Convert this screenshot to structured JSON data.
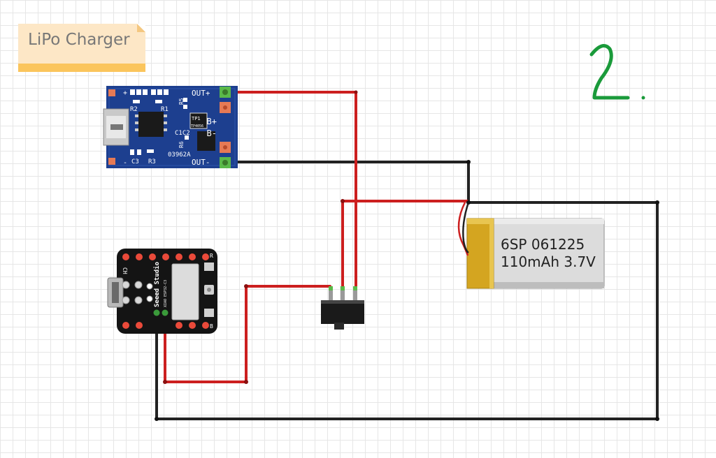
{
  "note": {
    "label": "LiPo Charger"
  },
  "annotation": {
    "text": "2."
  },
  "charger": {
    "pins": {
      "out_plus": "OUT+",
      "out_minus": "OUT-",
      "b_plus": "B+",
      "b_minus": "B-",
      "plus": "+",
      "minus": "-"
    },
    "components": {
      "r2": "R2",
      "r1": "R1",
      "r5": "R5",
      "tp1": "TP1",
      "chip": "TP4056",
      "c1c2": "C1C2",
      "r6": "R6",
      "c3": "C3",
      "r3": "R3",
      "code": "03962A"
    }
  },
  "battery": {
    "line1": "6SP 061225",
    "line2": "110mAh 3.7V"
  },
  "xiao": {
    "brand": "Seeed Studio",
    "model": "XIAO ESP32-C3",
    "ch": "CH",
    "r": "R",
    "b": "B"
  },
  "colors": {
    "wire_red": "#cc1f1f",
    "wire_black": "#222222",
    "pcb_blue": "#1d3f8f",
    "pad_orange": "#e67a55",
    "marker_green": "#1a9a3a",
    "battery_gold": "#d4a520"
  }
}
